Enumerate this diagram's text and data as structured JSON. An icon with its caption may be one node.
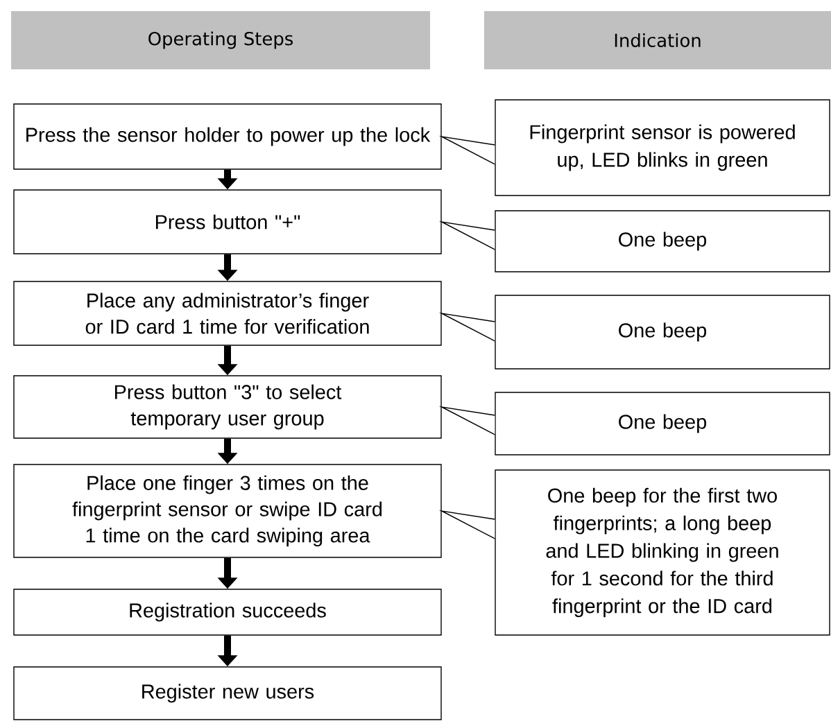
{
  "diagram": {
    "nodes": [
      {
        "text": [
          "Operating Steps"
        ]
      },
      {
        "text": [
          "Indication"
        ]
      },
      {
        "text": [
          "Press the sensor holder to power up the lock"
        ]
      },
      {
        "text": [
          "Press button \"+\""
        ]
      },
      {
        "text": [
          "Place any administrator’s finger or ID card 1 time for verification"
        ]
      },
      {
        "text": [
          "Press button \"3\" to select temporary user group"
        ]
      },
      {
        "text": [
          "Place one finger 3 times on the fingerprint sensor or swipe ID card 1 time on the card swiping area"
        ]
      },
      {
        "text": [
          "Registration succeeds"
        ]
      },
      {
        "text": [
          "Register new users"
        ]
      },
      {
        "text": [
          "Fingerprint sensor is powered up, LED blinks in green"
        ]
      },
      {
        "text": [
          "One beep"
        ]
      },
      {
        "text": [
          "One beep"
        ]
      },
      {
        "text": [
          "One beep"
        ]
      },
      {
        "text": [
          "One beep for the first two fingerprints; a long beep and LED blinking in green for 1 second for the third fingerprint or the ID card"
        ]
      }
    ],
    "edges": [
      {
        "from": 2,
        "to": 3,
        "arrow": "to"
      },
      {
        "from": 3,
        "to": 4,
        "arrow": "to"
      },
      {
        "from": 4,
        "to": 5,
        "arrow": "to"
      },
      {
        "from": 5,
        "to": 6,
        "arrow": "to"
      },
      {
        "from": 6,
        "to": 7,
        "arrow": "to"
      },
      {
        "from": 7,
        "to": 8,
        "arrow": "to"
      },
      {
        "from": 9,
        "to": 2,
        "arrow": "none"
      },
      {
        "from": 10,
        "to": 3,
        "arrow": "none"
      },
      {
        "from": 11,
        "to": 4,
        "arrow": "none"
      },
      {
        "from": 12,
        "to": 5,
        "arrow": "none"
      },
      {
        "from": 13,
        "to": 6,
        "arrow": "none"
      }
    ]
  }
}
